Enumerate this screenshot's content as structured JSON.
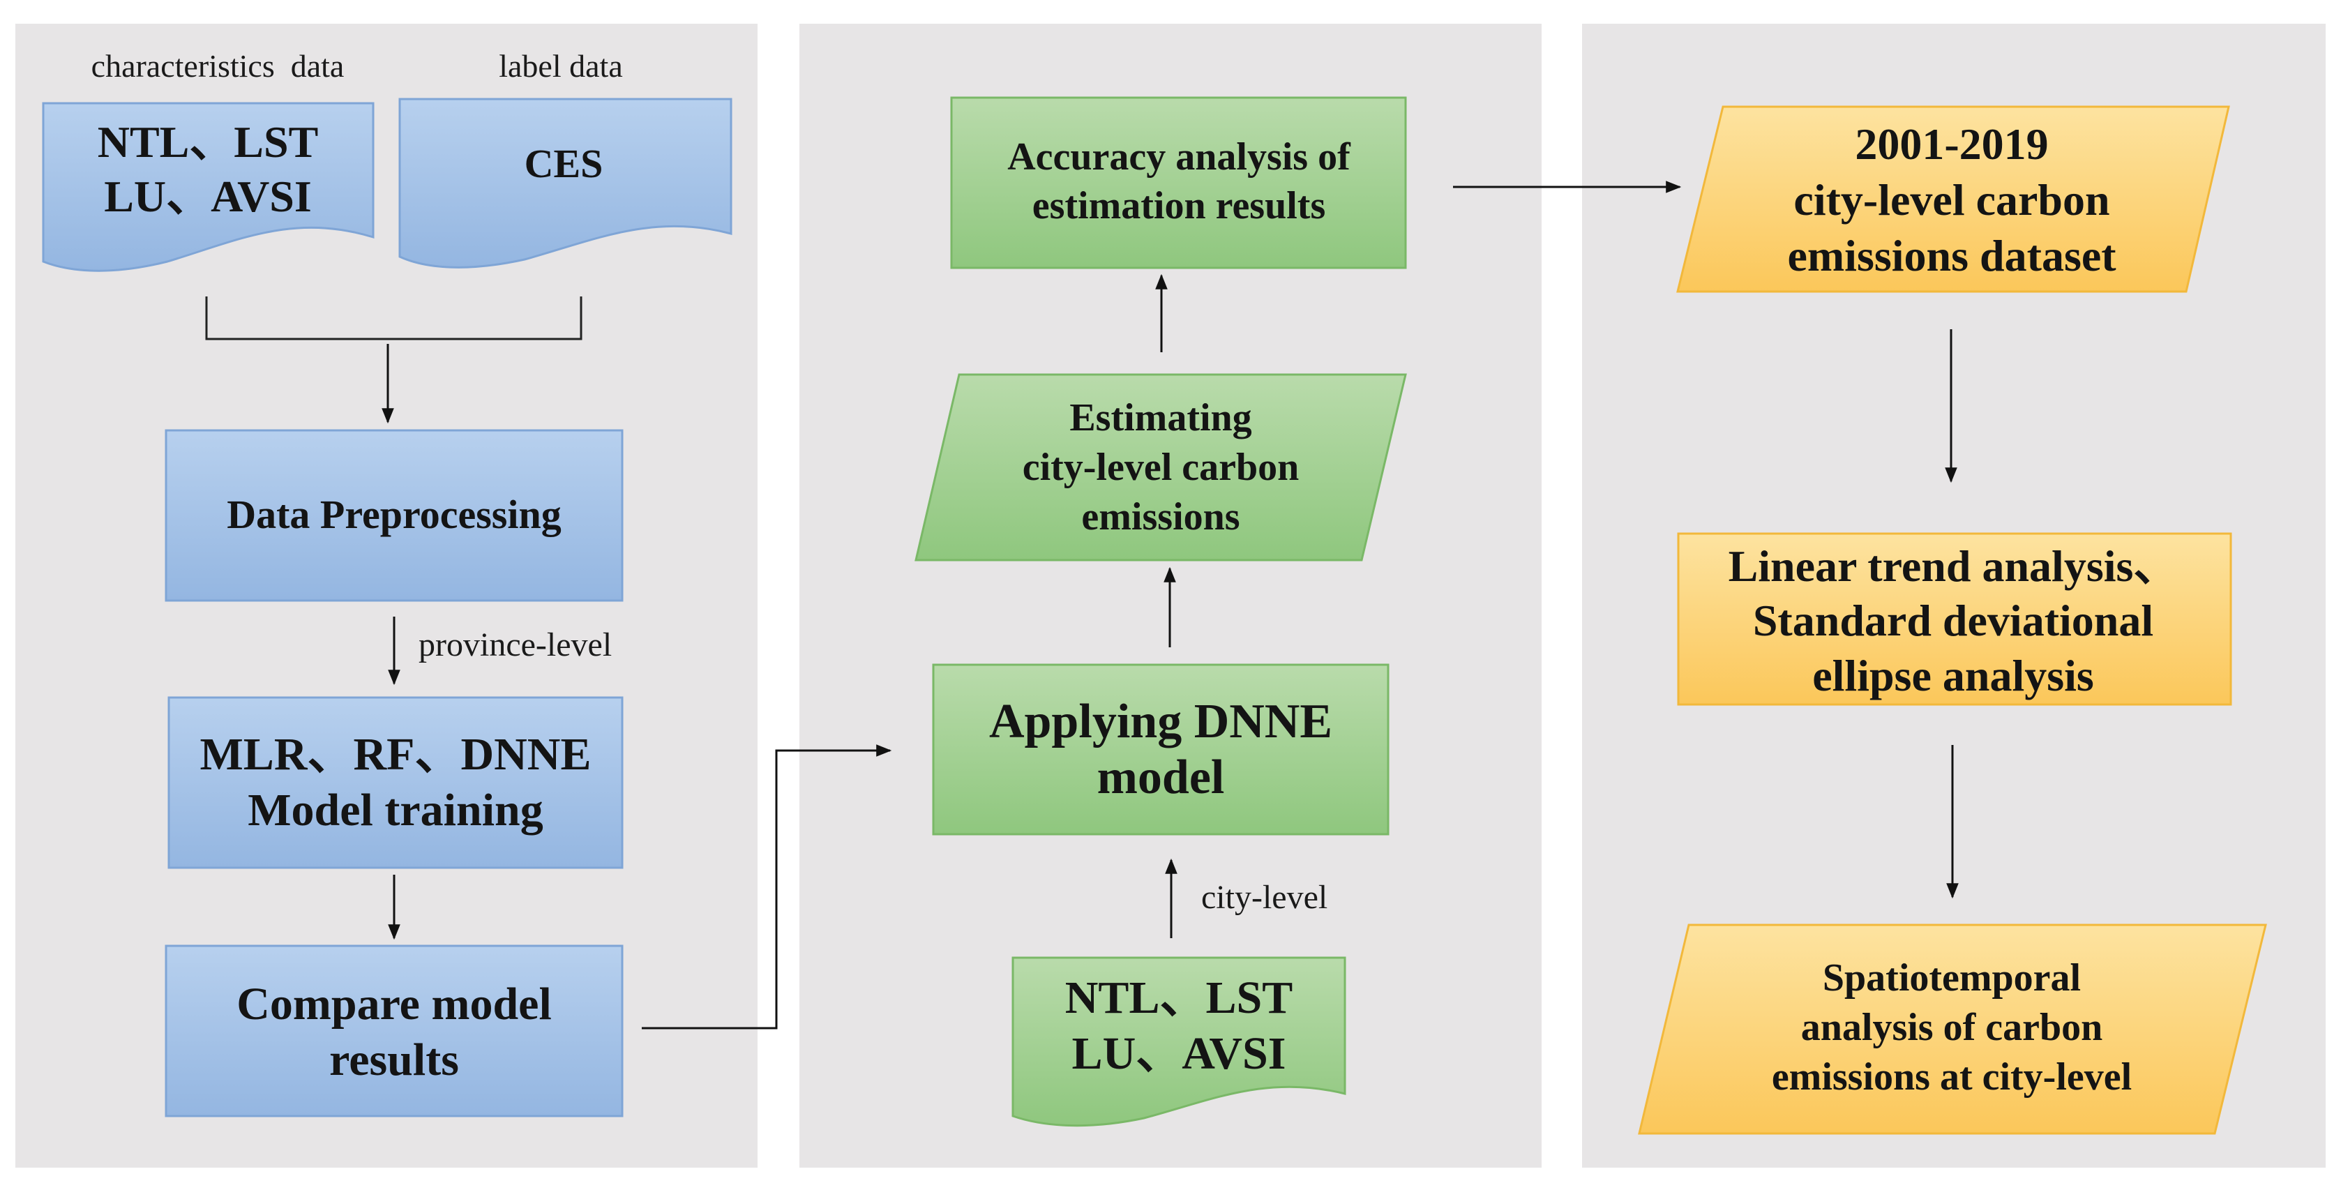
{
  "colors": {
    "panel": "#e7e5e6",
    "blue_light": "#b7d0ee",
    "blue_dark": "#94b6e1",
    "blue_stroke": "#7fa5d6",
    "green_light": "#b9dbab",
    "green_dark": "#8fc77e",
    "green_stroke": "#7ab867",
    "orange_light": "#fde3a0",
    "orange_dark": "#fbc75a",
    "orange_stroke": "#f2b83b",
    "arrow": "#111111"
  },
  "panel_1": {
    "characteristics_header": "characteristics  data",
    "label_header": "label data",
    "features_line1": "NTL、LST",
    "features_line2": "LU、AVSI",
    "label_box": "CES",
    "preprocess": "Data Preprocessing",
    "province_label": "province-level",
    "training_line1": "MLR、RF、DNNE",
    "training_line2": "Model training",
    "compare_line1": "Compare model",
    "compare_line2": "results"
  },
  "panel_2": {
    "accuracy_line1": "Accuracy analysis of",
    "accuracy_line2": "estimation results",
    "estimating_line1": "Estimating",
    "estimating_line2": "city-level carbon",
    "estimating_line3": "emissions",
    "apply_line1": "Applying DNNE",
    "apply_line2": "model",
    "city_label": "city-level",
    "features_line1": "NTL、LST",
    "features_line2": "LU、AVSI"
  },
  "panel_3": {
    "dataset_line1": "2001-2019",
    "dataset_line2": "city-level carbon",
    "dataset_line3": "emissions dataset",
    "trend_line1": "Linear trend analysis、",
    "trend_line2": "Standard deviational",
    "trend_line3": "ellipse analysis",
    "spatio_line1": "Spatiotemporal",
    "spatio_line2": "analysis of carbon",
    "spatio_line3": "emissions at city-level"
  }
}
